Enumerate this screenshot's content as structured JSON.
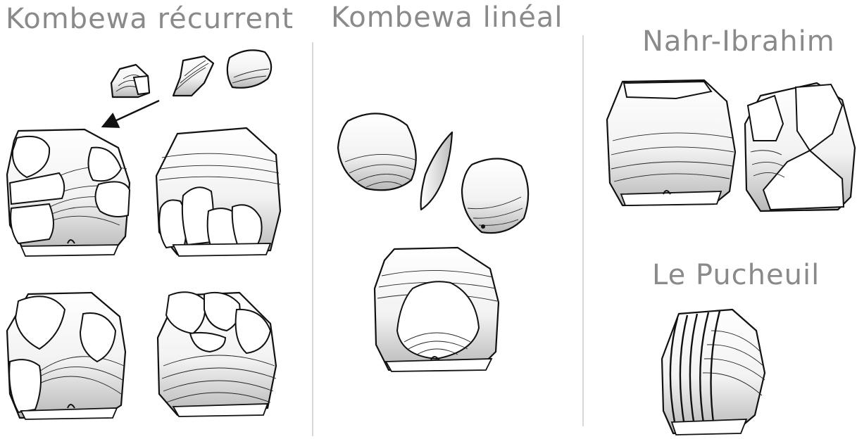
{
  "sections": [
    {
      "id": "kombewa-recurrent",
      "title": "Kombewa récurrent"
    },
    {
      "id": "kombewa-lineal",
      "title": "Kombewa linéal"
    },
    {
      "id": "nahr-ibrahim",
      "title": "Nahr-Ibrahim"
    },
    {
      "id": "le-pucheuil",
      "title": "Le Pucheuil"
    }
  ],
  "colors": {
    "title": "#8a8a8a",
    "outline": "#111111",
    "stone_light": "#ffffff",
    "stone_shade": "#b8b8b8",
    "divider": "#d8d8d8"
  }
}
